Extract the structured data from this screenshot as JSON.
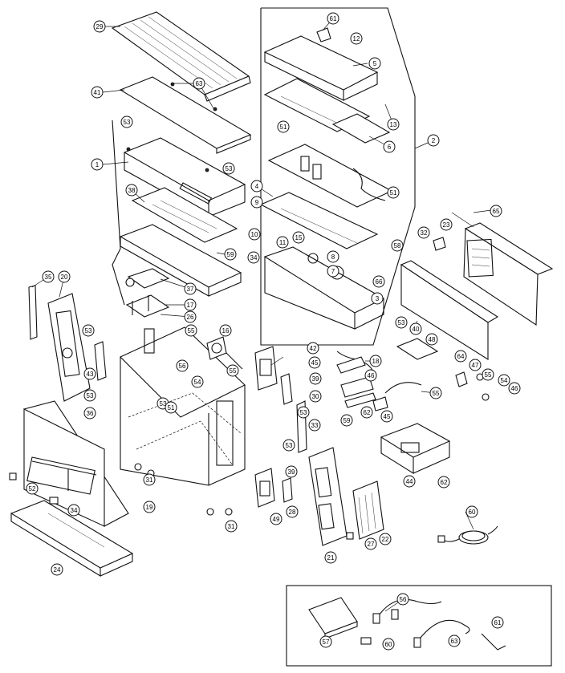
{
  "diagram": {
    "callouts": [
      {
        "id": "c29",
        "label": "29"
      },
      {
        "id": "c41",
        "label": "41"
      },
      {
        "id": "c63a",
        "label": "63"
      },
      {
        "id": "c53a",
        "label": "53"
      },
      {
        "id": "c1",
        "label": "1"
      },
      {
        "id": "c53b",
        "label": "53"
      },
      {
        "id": "c38",
        "label": "38"
      },
      {
        "id": "c59a",
        "label": "59"
      },
      {
        "id": "c37",
        "label": "37"
      },
      {
        "id": "c17",
        "label": "17"
      },
      {
        "id": "c26",
        "label": "26"
      },
      {
        "id": "c35",
        "label": "35"
      },
      {
        "id": "c20",
        "label": "20"
      },
      {
        "id": "c53c",
        "label": "53"
      },
      {
        "id": "c43",
        "label": "43"
      },
      {
        "id": "c53d",
        "label": "53"
      },
      {
        "id": "c36",
        "label": "36"
      },
      {
        "id": "c56",
        "label": "56"
      },
      {
        "id": "c55a",
        "label": "55"
      },
      {
        "id": "c16",
        "label": "16"
      },
      {
        "id": "c55b",
        "label": "55"
      },
      {
        "id": "c54",
        "label": "54"
      },
      {
        "id": "c53e",
        "label": "53"
      },
      {
        "id": "c51a",
        "label": "51"
      },
      {
        "id": "c52",
        "label": "52"
      },
      {
        "id": "c34a",
        "label": "34"
      },
      {
        "id": "c19",
        "label": "19"
      },
      {
        "id": "c24",
        "label": "24"
      },
      {
        "id": "c31a",
        "label": "31"
      },
      {
        "id": "c31b",
        "label": "31"
      },
      {
        "id": "c61a",
        "label": "61"
      },
      {
        "id": "c12",
        "label": "12"
      },
      {
        "id": "c5",
        "label": "5"
      },
      {
        "id": "c13",
        "label": "13"
      },
      {
        "id": "c2",
        "label": "2"
      },
      {
        "id": "c6",
        "label": "6"
      },
      {
        "id": "c51b",
        "label": "51"
      },
      {
        "id": "c4",
        "label": "4"
      },
      {
        "id": "c51c",
        "label": "51"
      },
      {
        "id": "c9",
        "label": "9"
      },
      {
        "id": "c10",
        "label": "10"
      },
      {
        "id": "c11",
        "label": "11"
      },
      {
        "id": "c15",
        "label": "15"
      },
      {
        "id": "c34b",
        "label": "34"
      },
      {
        "id": "c8",
        "label": "8"
      },
      {
        "id": "c7",
        "label": "7"
      },
      {
        "id": "c66",
        "label": "66"
      },
      {
        "id": "c3",
        "label": "3"
      },
      {
        "id": "c42",
        "label": "42"
      },
      {
        "id": "c45a",
        "label": "45"
      },
      {
        "id": "c39a",
        "label": "39"
      },
      {
        "id": "c30",
        "label": "30"
      },
      {
        "id": "c18",
        "label": "18"
      },
      {
        "id": "c46a",
        "label": "46"
      },
      {
        "id": "c62a",
        "label": "62"
      },
      {
        "id": "c45b",
        "label": "45"
      },
      {
        "id": "c55c",
        "label": "55"
      },
      {
        "id": "c53f",
        "label": "53"
      },
      {
        "id": "c33",
        "label": "33"
      },
      {
        "id": "c53g",
        "label": "53"
      },
      {
        "id": "c39b",
        "label": "39"
      },
      {
        "id": "c28",
        "label": "28"
      },
      {
        "id": "c49",
        "label": "49"
      },
      {
        "id": "c21",
        "label": "21"
      },
      {
        "id": "c27",
        "label": "27"
      },
      {
        "id": "c22",
        "label": "22"
      },
      {
        "id": "c59b",
        "label": "59"
      },
      {
        "id": "c44",
        "label": "44"
      },
      {
        "id": "c62b",
        "label": "62"
      },
      {
        "id": "c65",
        "label": "65"
      },
      {
        "id": "c23",
        "label": "23"
      },
      {
        "id": "c32",
        "label": "32"
      },
      {
        "id": "c58",
        "label": "58"
      },
      {
        "id": "c40",
        "label": "40"
      },
      {
        "id": "c53h",
        "label": "53"
      },
      {
        "id": "c48",
        "label": "48"
      },
      {
        "id": "c64",
        "label": "64"
      },
      {
        "id": "c47",
        "label": "47"
      },
      {
        "id": "c55d",
        "label": "55"
      },
      {
        "id": "c54b",
        "label": "54"
      },
      {
        "id": "c46b",
        "label": "46"
      },
      {
        "id": "c60a",
        "label": "60"
      },
      {
        "id": "c57",
        "label": "57"
      },
      {
        "id": "c56b",
        "label": "56"
      },
      {
        "id": "c60b",
        "label": "60"
      },
      {
        "id": "c63b",
        "label": "63"
      },
      {
        "id": "c61b",
        "label": "61"
      }
    ]
  }
}
